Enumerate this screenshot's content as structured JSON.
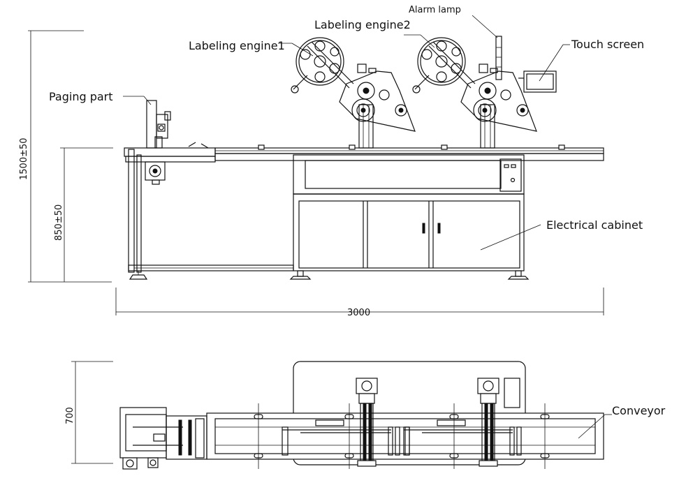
{
  "labels": {
    "alarm_lamp": "Alarm lamp",
    "labeling_engine2": "Labeling engine2",
    "labeling_engine1": "Labeling engine1",
    "touch_screen": "Touch screen",
    "paging_part": "Paging part",
    "electrical_cabinet": "Electrical cabinet",
    "conveyor": "Conveyor"
  },
  "dimensions": {
    "total_height": "1500±50",
    "table_height": "850±50",
    "total_length": "3000",
    "width": "700"
  }
}
